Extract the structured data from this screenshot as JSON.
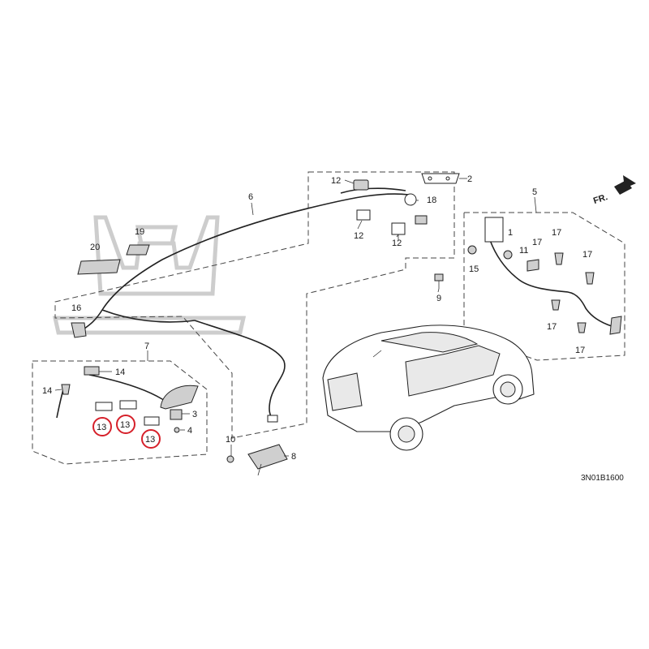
{
  "diagram": {
    "code": "3N01B1600",
    "front_label": "FR.",
    "callouts": {
      "c2": "2",
      "c3": "3",
      "c4": "4",
      "c5": "5",
      "c6": "6",
      "c7": "7",
      "c8": "8",
      "c9": "9",
      "c10": "10",
      "c11": "11",
      "c12a": "12",
      "c12b": "12",
      "c12c": "12",
      "c13a": "13",
      "c13b": "13",
      "c13c": "13",
      "c14a": "14",
      "c14b": "14",
      "c15": "15",
      "c16": "16",
      "c17a": "17",
      "c17b": "17",
      "c17c": "17",
      "c17d": "17",
      "c17e": "17",
      "c18": "18",
      "c19": "19",
      "c20": "20",
      "c1": "1"
    },
    "highlight_color": "#d6202a"
  }
}
